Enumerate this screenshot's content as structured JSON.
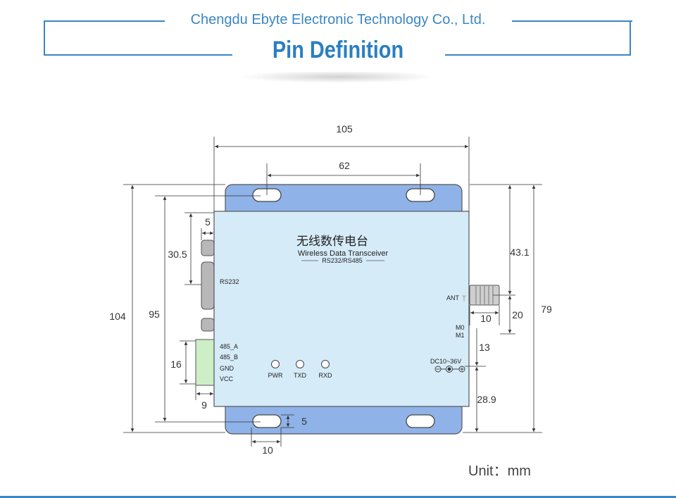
{
  "header": {
    "company": "Chengdu Ebyte Electronic Technology Co., Ltd.",
    "title": "Pin Definition"
  },
  "device": {
    "title_cn": "无线数传电台",
    "title_en": "Wireless Data Transceiver",
    "subtitle": "RS232/RS485",
    "rs232_label": "RS232",
    "ant_label": "ANT",
    "m0_label": "M0",
    "m1_label": "M1",
    "dc_label": "DC10~36V",
    "terminal_labels": [
      "485_A",
      "485_B",
      "GND",
      "VCC"
    ],
    "led_labels": [
      "PWR",
      "TXD",
      "RXD"
    ]
  },
  "dimensions": {
    "d105": "105",
    "d62": "62",
    "d5_top": "5",
    "d30_5": "30.5",
    "d104": "104",
    "d95": "95",
    "d16": "16",
    "d9": "9",
    "d43_1": "43.1",
    "d79": "79",
    "d20": "20",
    "d10_ant": "10",
    "d13": "13",
    "d28_9": "28.9",
    "d5_slot": "5",
    "d10_slot": "10"
  },
  "unit": "Unit：mm",
  "colors": {
    "accent": "#3b86c4",
    "plate": "#8fb3e8",
    "body": "#d6ebf8",
    "terminal": "#cdeec7"
  }
}
